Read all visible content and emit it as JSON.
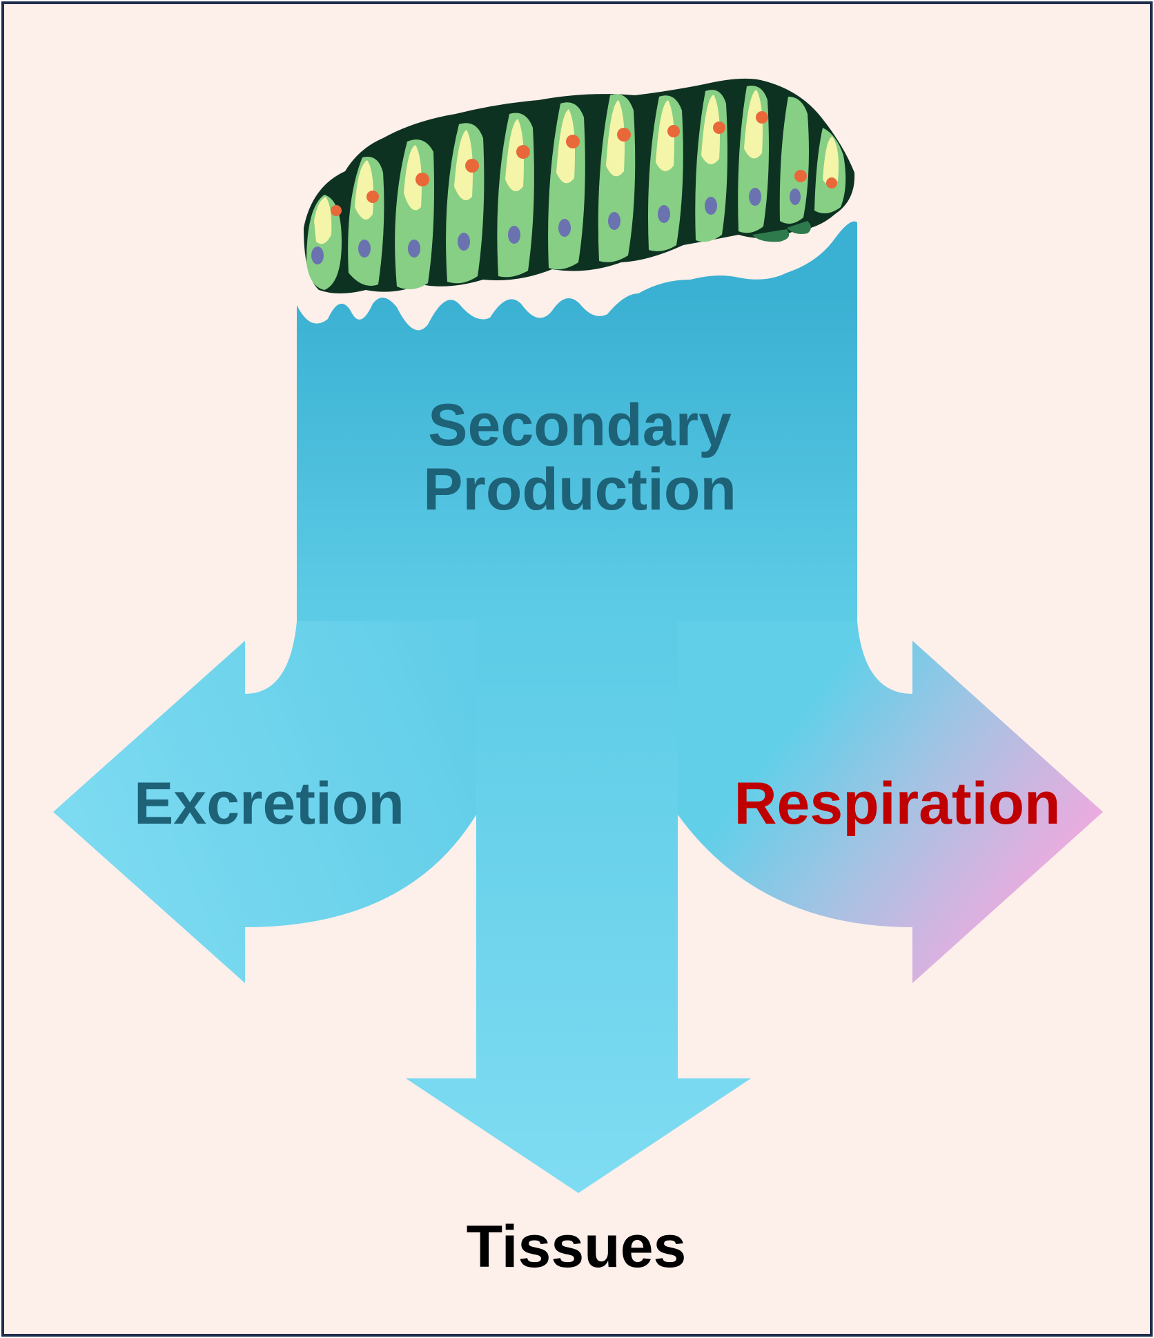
{
  "diagram": {
    "nodes": {
      "source": {
        "title_line1": "Secondary",
        "title_line2": "Production"
      },
      "left": {
        "label": "Excretion"
      },
      "right": {
        "label": "Respiration"
      },
      "bottom": {
        "label": "Tissues"
      }
    },
    "edges": [
      {
        "from": "Secondary Production",
        "to": "Excretion"
      },
      {
        "from": "Secondary Production",
        "to": "Respiration"
      },
      {
        "from": "Secondary Production",
        "to": "Tissues"
      }
    ],
    "illustration": "caterpillar-illustration"
  },
  "colors": {
    "background": "#fdefea",
    "border": "#1f2d4d",
    "arrow_top": "#3ab0d2",
    "arrow_bottom": "#7fdcf2",
    "respiration_tip": "#f5a8de",
    "label_teal": "#1e6278",
    "label_red": "#c00000",
    "label_black": "#000000"
  }
}
